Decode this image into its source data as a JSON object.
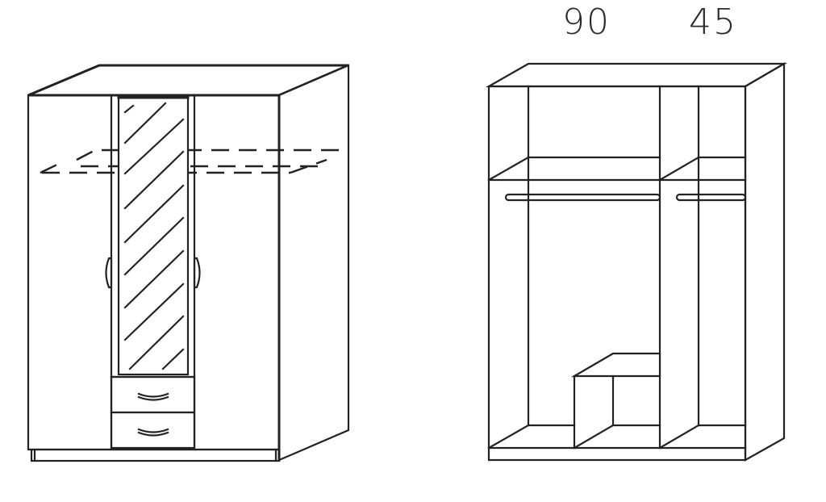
{
  "figure": {
    "type": "wardrobe technical line drawing",
    "views": [
      {
        "id": "exterior",
        "description": "Closed 3-door wardrobe with center mirror door and two drawers",
        "doors": 3,
        "center_door": "mirror",
        "drawers": 2,
        "handles": 4
      },
      {
        "id": "interior",
        "description": "Open wardrobe interior with top shelves, hanging rails and a small box",
        "compartments": [
          {
            "label": "90",
            "width_cm": 90,
            "has_shelf": true,
            "has_rail": true,
            "has_box": true
          },
          {
            "label": "45",
            "width_cm": 45,
            "has_shelf": true,
            "has_rail": true,
            "has_box": false
          }
        ]
      }
    ]
  },
  "dimensions": {
    "left_compartment": "90",
    "right_compartment": "45"
  },
  "colors": {
    "line": "#222222",
    "background": "#ffffff",
    "text": "#2a2a2a"
  }
}
